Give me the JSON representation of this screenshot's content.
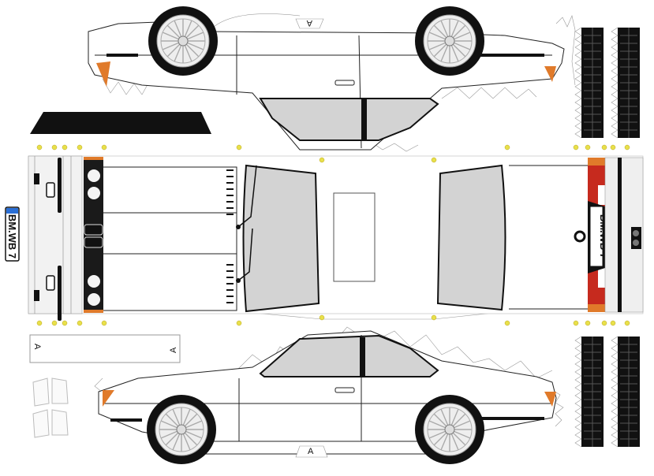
{
  "sheet": {
    "title": "BMW 6-series papercraft template",
    "labels": {
      "top_side_marker": "A",
      "bottom_side_marker": "A",
      "flap_left_marker": "A",
      "flap_right_marker": "A"
    },
    "plates": {
      "front_plate": "BM.WB 7",
      "rear_plate": "BM.WB 7"
    },
    "colors": {
      "body": "#ffffff",
      "glass": "#d3d3d3",
      "tail_light": "#c62a1e",
      "indicator": "#e07a2a",
      "trim": "#111111",
      "glue_dot": "#e8e04a"
    }
  }
}
